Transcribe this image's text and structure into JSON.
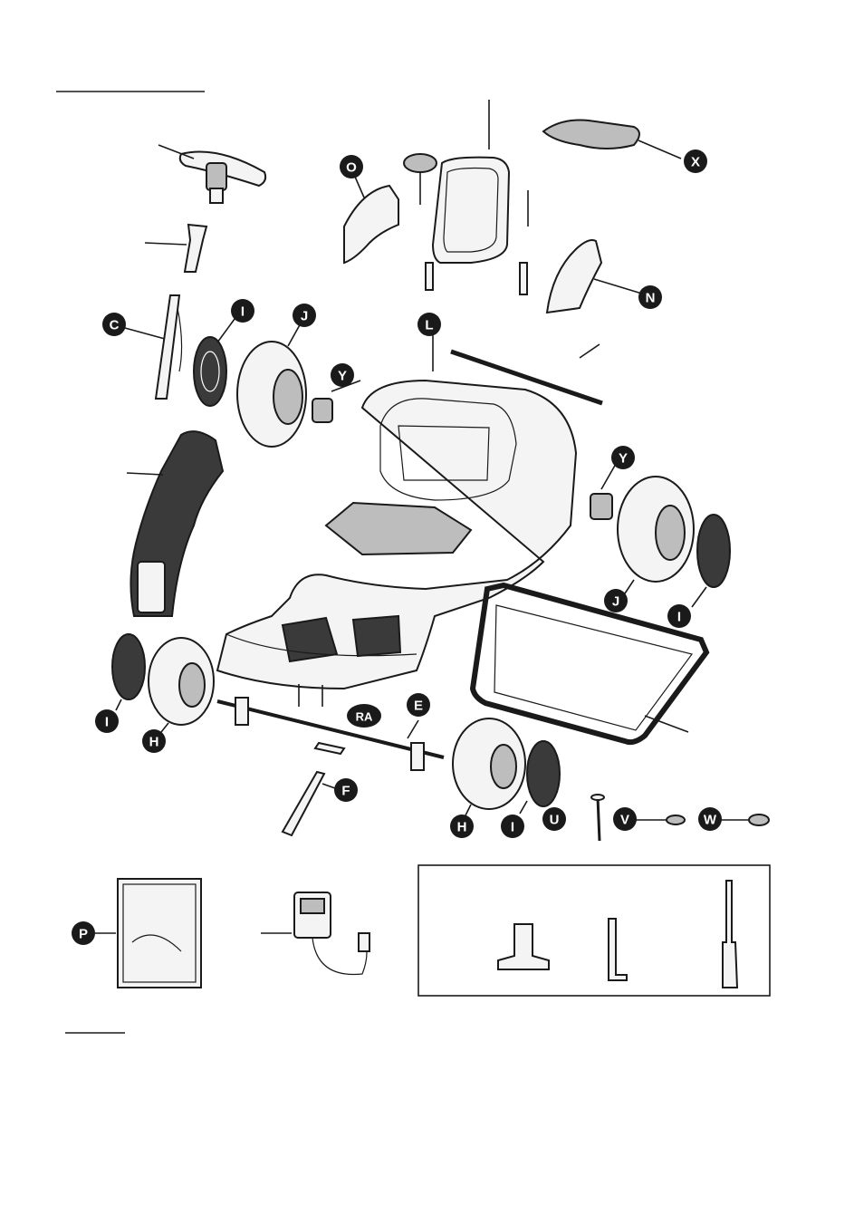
{
  "diagram": {
    "callouts": [
      {
        "id": "O",
        "label": "O"
      },
      {
        "id": "X",
        "label": "X"
      },
      {
        "id": "C",
        "label": "C"
      },
      {
        "id": "I1",
        "label": "I"
      },
      {
        "id": "J1",
        "label": "J"
      },
      {
        "id": "L",
        "label": "L"
      },
      {
        "id": "N",
        "label": "N"
      },
      {
        "id": "Y1",
        "label": "Y"
      },
      {
        "id": "Y2",
        "label": "Y"
      },
      {
        "id": "J2",
        "label": "J"
      },
      {
        "id": "I2",
        "label": "I"
      },
      {
        "id": "I3",
        "label": "I"
      },
      {
        "id": "H1",
        "label": "H"
      },
      {
        "id": "RA",
        "label": "RA"
      },
      {
        "id": "E",
        "label": "E"
      },
      {
        "id": "F",
        "label": "F"
      },
      {
        "id": "H2",
        "label": "H"
      },
      {
        "id": "I4",
        "label": "I"
      },
      {
        "id": "U",
        "label": "U"
      },
      {
        "id": "V",
        "label": "V"
      },
      {
        "id": "W",
        "label": "W"
      },
      {
        "id": "P",
        "label": "P"
      }
    ]
  },
  "colors": {
    "ink": "#1a1a1a",
    "paper": "#ffffff",
    "light": "#f4f4f4"
  }
}
